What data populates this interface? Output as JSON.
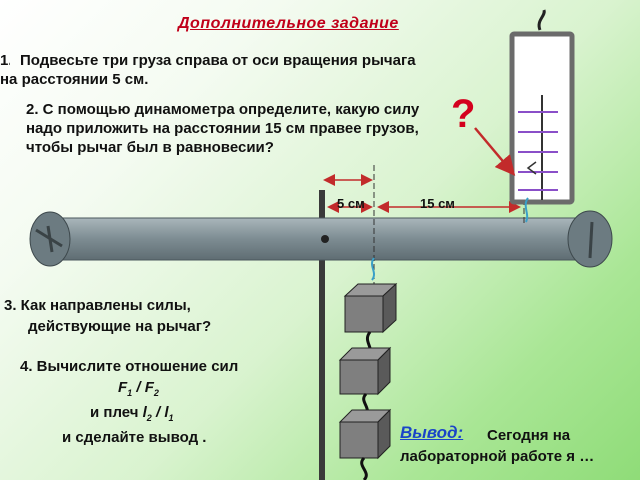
{
  "title": "Дополнительное задание",
  "item1": {
    "num": "1.",
    "line1": "Подвесьте три груза справа от оси вращения рычага",
    "line2": "на расстоянии 5 см."
  },
  "item2": "2. С помощью динамометра определите, какую силу надо приложить на расстоянии 15 см правее грузов, чтобы рычаг был в равновесии?",
  "item3": {
    "line1": "3. Как направлены силы,",
    "line2": "действующие  на рычаг?"
  },
  "item4": {
    "line1": "4. Вычислите отношение сил",
    "f1": "F",
    "f1_sub": "1",
    "slash": " / ",
    "f2": "F",
    "f2_sub": "2",
    "arms_prefix": "и плеч ",
    "l2": "l",
    "l2_sub": "2",
    "l1": "l",
    "l1_sub": "1",
    "line4": "и сделайте вывод ."
  },
  "labels": {
    "dist_5": "5 см",
    "dist_15": "15 см",
    "question_mark": "?"
  },
  "conclusion": {
    "label": "Вывод:",
    "text1": "Сегодня на",
    "text2": "лабораторной работе я …"
  },
  "colors": {
    "title": "#c0001a",
    "conclusion_label": "#1a44c8",
    "arrow": "#c22b2b",
    "lever": "#7f8f96",
    "spring": "#8a4fc8"
  }
}
